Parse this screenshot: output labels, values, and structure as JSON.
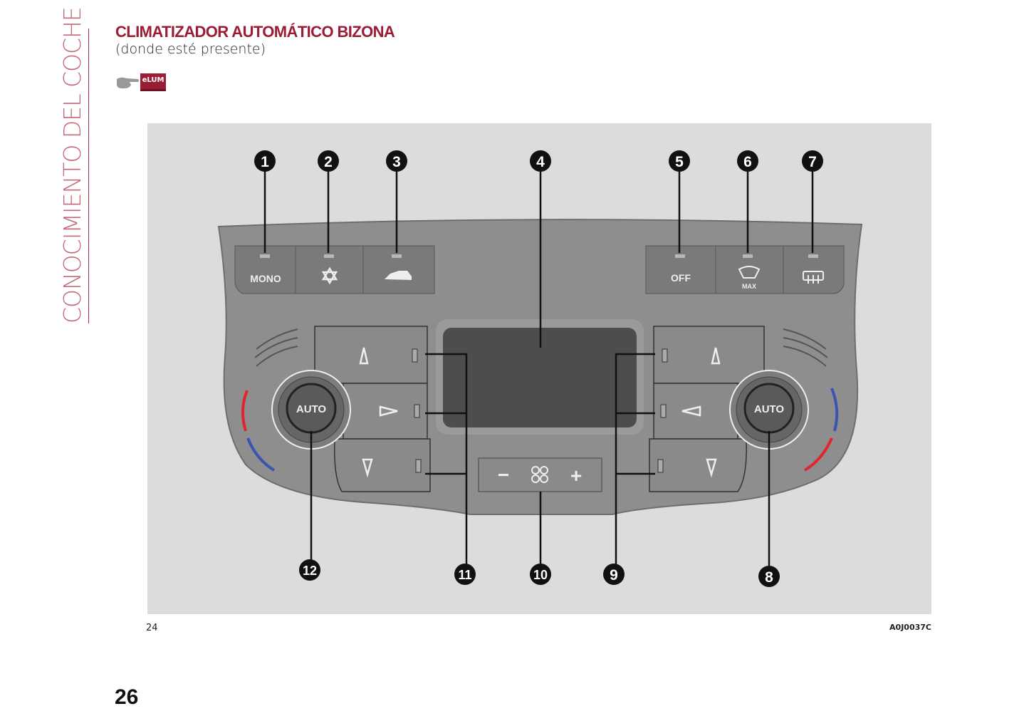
{
  "sidebar": {
    "section": "CONOCIMIENTO DEL COCHE"
  },
  "header": {
    "title": "CLIMATIZADOR AUTOMÁTICO BIZONA",
    "subtitle": "(donde esté presente)",
    "badge": "eLUM"
  },
  "figure": {
    "number": "24",
    "code": "A0J0037C",
    "buttons": {
      "mono": "MONO",
      "off": "OFF",
      "max": "MAX",
      "auto_left": "AUTO",
      "auto_right": "AUTO",
      "fan_minus": "−",
      "fan_plus": "+"
    },
    "callouts": [
      "1",
      "2",
      "3",
      "4",
      "5",
      "6",
      "7",
      "8",
      "9",
      "10",
      "11",
      "12"
    ],
    "colors": {
      "hot": "#e0262b",
      "cold": "#3a55b0"
    }
  },
  "footer": {
    "page_number": "26"
  }
}
